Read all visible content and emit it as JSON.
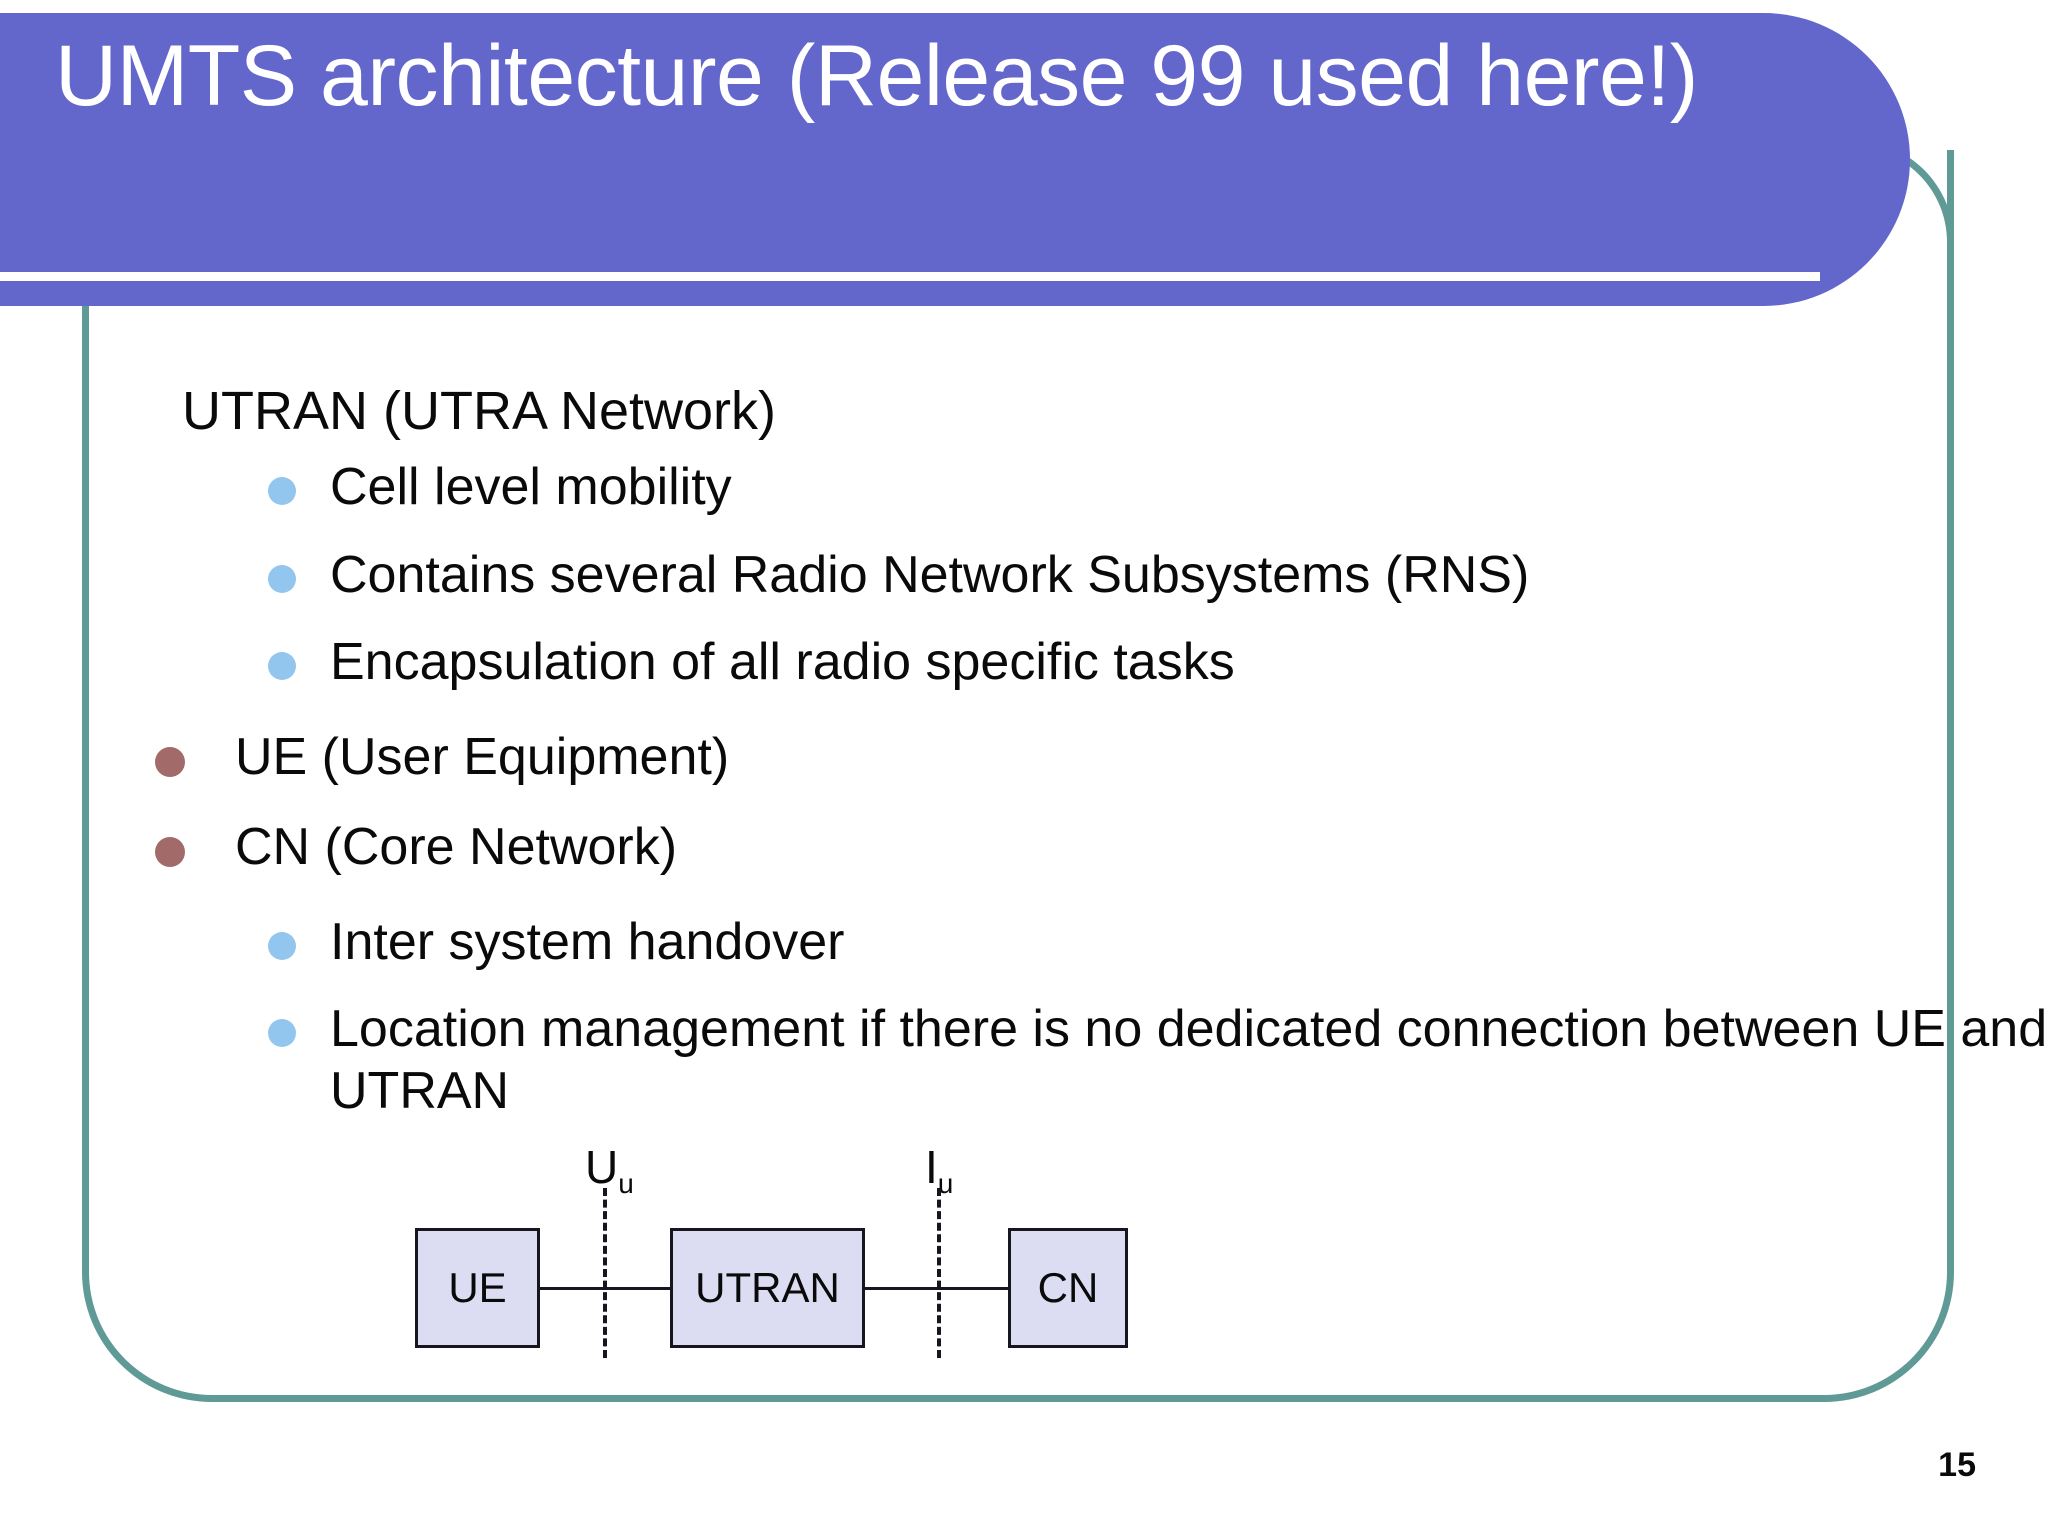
{
  "slide": {
    "title": "UMTS architecture (Release 99 used here!)",
    "page_number": "15",
    "colors": {
      "title_banner": "#6366cb",
      "frame_border": "#5f9a96",
      "bullet_level1": "#a36a6a",
      "bullet_level2": "#93c6ef",
      "box_fill": "#dcdcf2",
      "box_stroke": "#16161e",
      "text": "#0a0a0a"
    }
  },
  "body": {
    "items": [
      {
        "level": 0,
        "text": "UTRAN (UTRA Network)"
      },
      {
        "level": 2,
        "text": "Cell level mobility"
      },
      {
        "level": 2,
        "text": "Contains several Radio Network Subsystems (RNS)"
      },
      {
        "level": 2,
        "text": "Encapsulation of all radio specific tasks"
      },
      {
        "level": 1,
        "text": "UE (User Equipment)"
      },
      {
        "level": 1,
        "text": "CN (Core Network)"
      },
      {
        "level": 2,
        "text": "Inter system handover"
      },
      {
        "level": 2,
        "text": "Location management if there is no dedicated connection between UE and UTRAN"
      }
    ]
  },
  "diagram": {
    "nodes": [
      {
        "id": "ue",
        "label": "UE"
      },
      {
        "id": "utran",
        "label": "UTRAN"
      },
      {
        "id": "cn",
        "label": "CN"
      }
    ],
    "interfaces": [
      {
        "id": "uu",
        "base": "U",
        "sub": "u",
        "between": "UE - UTRAN"
      },
      {
        "id": "iu",
        "base": "I",
        "sub": "u",
        "between": "UTRAN - CN"
      }
    ]
  }
}
